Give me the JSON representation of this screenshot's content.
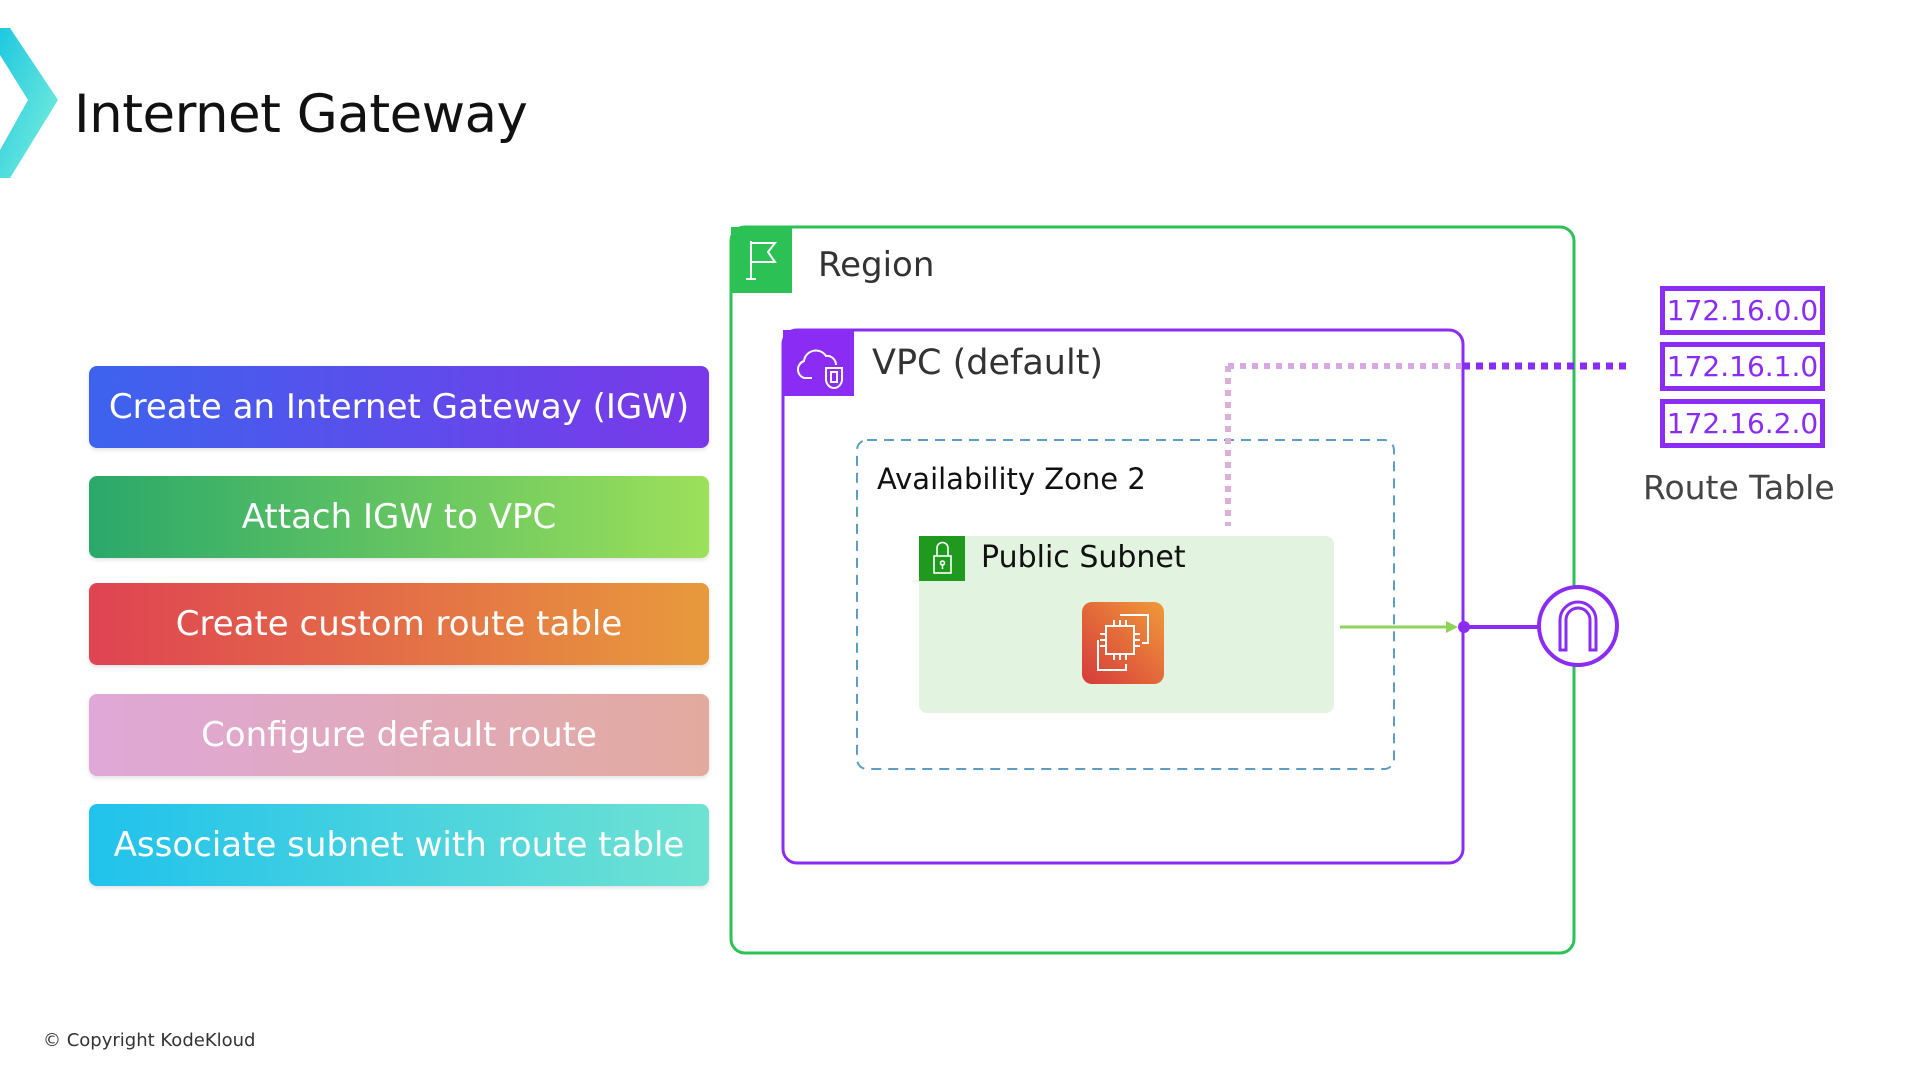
{
  "title": "Internet Gateway",
  "steps": [
    {
      "label": "Create an Internet Gateway (IGW)"
    },
    {
      "label": "Attach IGW to VPC"
    },
    {
      "label": "Create custom route table"
    },
    {
      "label": "Configure default route"
    },
    {
      "label": "Associate subnet with route table"
    }
  ],
  "diagram": {
    "region_label": "Region",
    "vpc_label": "VPC (default)",
    "az_label": "Availability Zone 2",
    "subnet_label": "Public Subnet",
    "route_table": {
      "entries": [
        "172.16.0.0",
        "172.16.1.0",
        "172.16.2.0"
      ],
      "label": "Route Table"
    },
    "icons": [
      "flag-icon",
      "vpc-cloud-shield-icon",
      "lock-icon",
      "ec2-instance-icon",
      "internet-gateway-icon"
    ],
    "colors": {
      "region": "#2cc155",
      "vpc": "#8b2cf5",
      "subnet_bg": "#e2f3e0",
      "az_border": "#5a9ec6",
      "arrow": "#8fd45a"
    }
  },
  "copyright": "© Copyright KodeKloud"
}
